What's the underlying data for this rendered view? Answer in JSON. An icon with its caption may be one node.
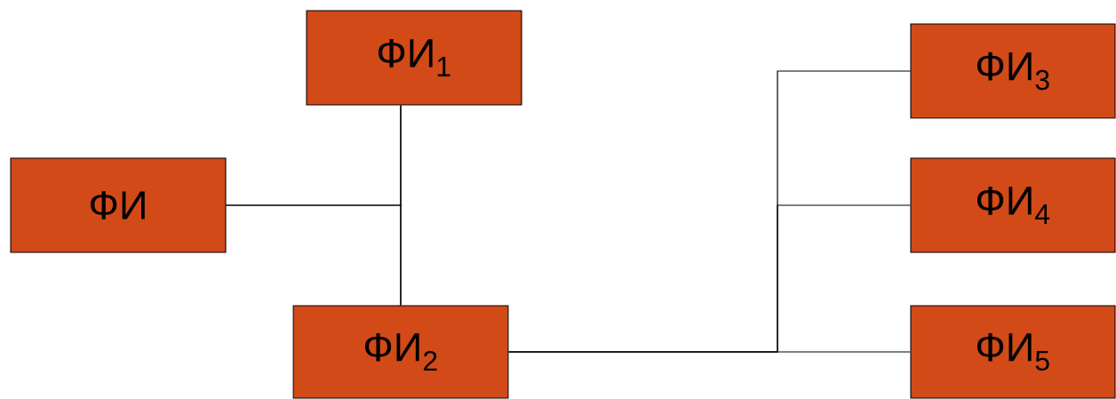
{
  "diagram": {
    "nodes": [
      {
        "text": [
          "ФИ"
        ]
      },
      {
        "text": [
          "ФИ$_{1}$"
        ]
      },
      {
        "text": [
          "ФИ$_{2}$"
        ]
      },
      {
        "text": [
          "ФИ$_{3}$"
        ]
      },
      {
        "text": [
          "ФИ$_{4}$"
        ]
      },
      {
        "text": [
          "ФИ$_{5}$"
        ]
      }
    ],
    "edges": [
      {
        "from": 1,
        "to": 2,
        "arrow": "none"
      },
      {
        "from": 0,
        "to": 1,
        "arrow": "none"
      },
      {
        "from": 0,
        "to": 2,
        "arrow": "none"
      },
      {
        "from": 2,
        "to": 3,
        "arrow": "none"
      },
      {
        "from": 2,
        "to": 4,
        "arrow": "none"
      },
      {
        "from": 2,
        "to": 5,
        "arrow": "none"
      }
    ]
  }
}
